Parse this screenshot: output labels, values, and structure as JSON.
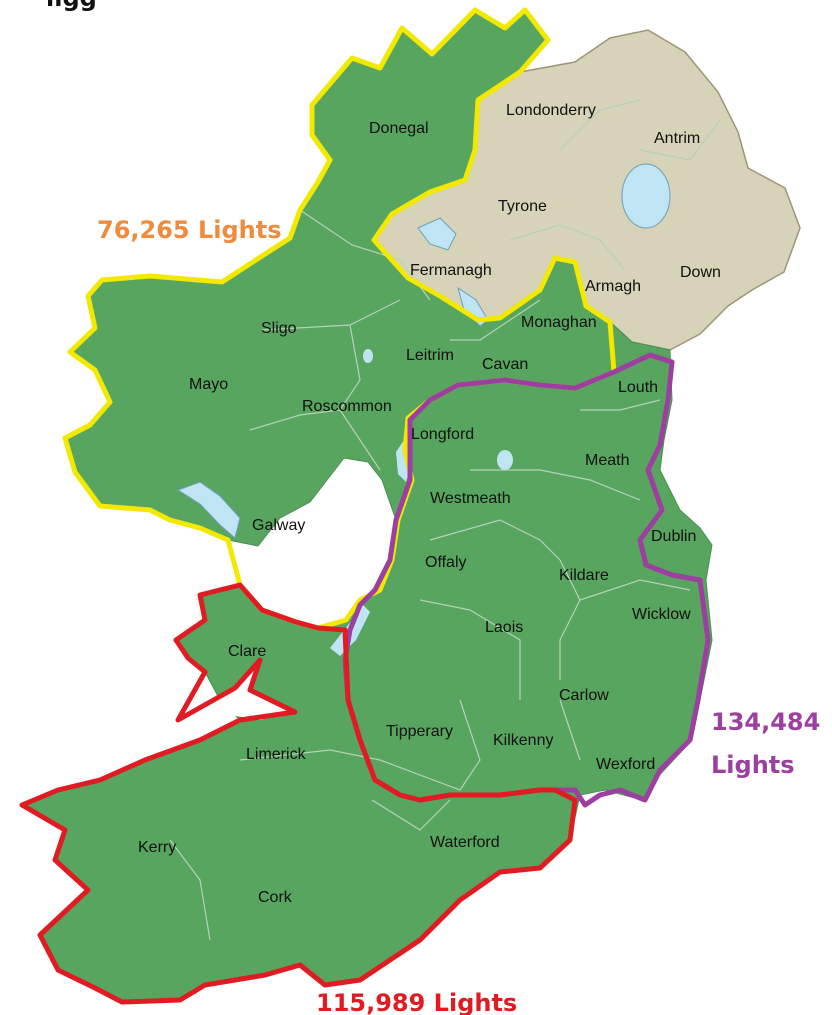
{
  "heading_fragment": "ligg",
  "colors": {
    "republic_fill": "#58a560",
    "northern_ireland_fill": "#d6d3b8",
    "lake_fill": "#bfe4f4",
    "county_border": "#b7d1b7",
    "region_north_west": "#f2e800",
    "region_south_west": "#e01b22",
    "region_east": "#9d3fa0"
  },
  "regions": [
    {
      "id": "north-west",
      "label": "76,265 Lights",
      "color": "#f08a3c"
    },
    {
      "id": "south-west",
      "label": "115,989 Lights",
      "color": "#e01b22"
    },
    {
      "id": "east",
      "line1": "134,484",
      "line2": "Lights",
      "color": "#9d3fa0"
    }
  ],
  "counties": [
    "Donegal",
    "Londonderry",
    "Antrim",
    "Tyrone",
    "Fermanagh",
    "Armagh",
    "Down",
    "Monaghan",
    "Sligo",
    "Leitrim",
    "Cavan",
    "Mayo",
    "Roscommon",
    "Louth",
    "Longford",
    "Meath",
    "Westmeath",
    "Galway",
    "Dublin",
    "Offaly",
    "Kildare",
    "Wicklow",
    "Laois",
    "Clare",
    "Carlow",
    "Tipperary",
    "Kilkenny",
    "Limerick",
    "Wexford",
    "Kerry",
    "Waterford",
    "Cork"
  ]
}
